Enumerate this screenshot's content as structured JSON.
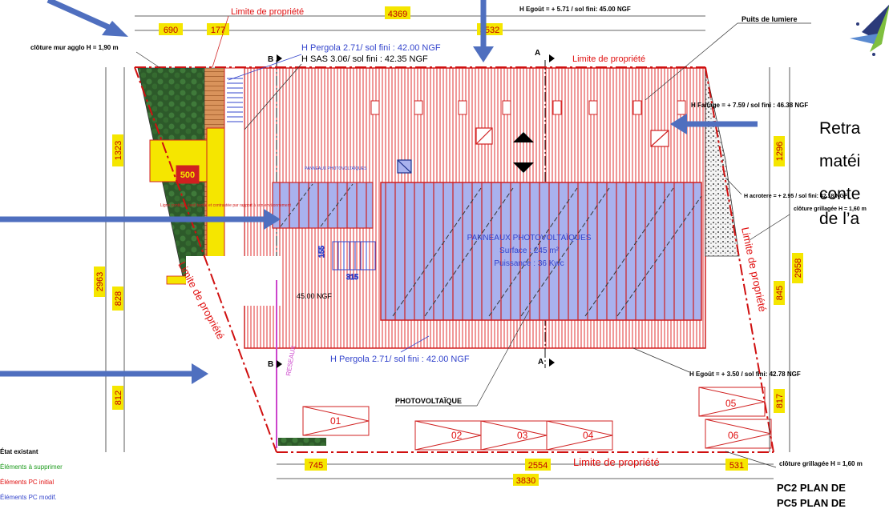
{
  "labels": {
    "limite_top": "Limite de propriété",
    "limite_right_top": "Limite de propriété",
    "limite_bottom": "Limite de propriété",
    "limite_right": "Limite de propriété",
    "limite_left": "Limite de propriété",
    "cloture_mur": "clôture mur agglo H = 1,90 m",
    "h_egout_top": "H Egoût = + 5.71 / sol fini: 45.00 NGF",
    "puits": "Puits de lumiere",
    "pergola_top": "H Pergola 2.71/ sol fini : 42.00 NGF",
    "sas": "H SAS 3.06/ sol fini : 42.35 NGF",
    "faitage": "H Faîtage = + 7.59 / sol fini : 46.38 NGF",
    "acrotere": "H acrotere = + 2.95 / sol fini: 42.18 NGF",
    "cloture_grillage_right": "clôture grillagée H = 1,60 m",
    "cloture_grillage_bottom": "clôture grillagée H = 1,60 m",
    "panneaux_main_1": "PANNEAUX PHOTOVOLTAÏQUES",
    "panneaux_main_2": "Surface : 245 m²",
    "panneaux_main_3": "Puissance : 36 Kwc",
    "panneaux_small": "PANNEAUX PHOTOVOLTAÏQUES",
    "sol_fini_left": "45.00 NGF",
    "pergola_bottom": "H Pergola 2.71/ sol fini : 42.00 NGF",
    "h_egout_bottom": "H Egoût = + 3.50 / sol fini: 42.78 NGF",
    "photovoltaique": "PHOTOVOLTAÏQUE",
    "marker_b": "B",
    "marker_a": "A",
    "overlay_text_1": "Retra",
    "overlay_text_2": "matéi",
    "overlay_text_3": "conte",
    "overlay_text_4": "de l’a",
    "green_note": "Ligne continue éveil tactile et contrastée par rapport à son environnement"
  },
  "dimensions": {
    "d4369": "4369",
    "d690": "690",
    "d177": "177",
    "d3532": "3532",
    "d1323": "1323",
    "d828": "828",
    "d812": "812",
    "d2963": "2963",
    "d1296": "1296",
    "d2958": "2958",
    "d845": "845",
    "d817": "817",
    "d745": "745",
    "d2554": "2554",
    "d531": "531",
    "d3830": "3830",
    "d500": "500",
    "d155": "155",
    "d315": "315"
  },
  "parking": [
    "01",
    "02",
    "03",
    "04",
    "05",
    "06"
  ],
  "legend": [
    {
      "text": "État existant",
      "color": "#000000"
    },
    {
      "text": "Éléments à supprimer",
      "color": "#1a9a1a"
    },
    {
      "text": "Éléments PC initial",
      "color": "#e01010"
    },
    {
      "text": "Éléments PC modif.",
      "color": "#3344cc"
    }
  ],
  "footer": {
    "line1": "PC2 PLAN DE",
    "line2": "PC5 PLAN DE"
  },
  "colors": {
    "property_line": "#d01010",
    "roof_hatch": "#e02020",
    "panel_fill": "#a9b2ee",
    "yellow": "#f5e600",
    "arrow_blue": "#4f6fbf",
    "dim_bg": "#f5e600"
  }
}
